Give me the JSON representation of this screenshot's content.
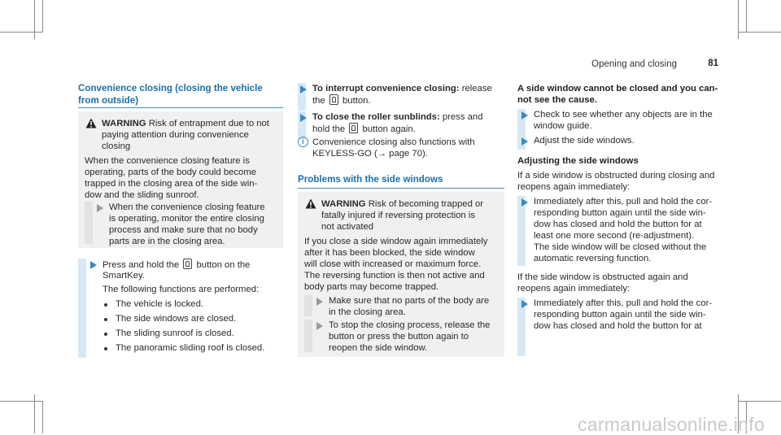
{
  "header": {
    "title": "Opening and closing",
    "page_number": "81"
  },
  "col1": {
    "heading_line1": "Convenience closing (closing the vehicle",
    "heading_line2": "from outside)",
    "warning_label": "WARNING",
    "warning_l1": "Risk of entrapment due to not",
    "warning_l2": "paying attention during convenience",
    "warning_l3": "closing",
    "body_l1": "When the convenience closing feature is",
    "body_l2": "operating, parts of the body could become",
    "body_l3": "trapped in the closing area of the side win-",
    "body_l4": "dow and the sliding sunroof.",
    "step_l1": "When the convenience closing feature",
    "step_l2": "is operating, monitor the entire closing",
    "step_l3": "process and make sure that no body",
    "step_l4": "parts are in the closing area.",
    "action_l1a": "Press and hold the",
    "action_l1b": "button on the",
    "action_l2": "SmartKey.",
    "result_intro": "The following functions are performed:",
    "bullets": [
      "The vehicle is locked.",
      "The side windows are closed.",
      "The sliding sunroof is closed.",
      "The panoramic sliding roof is closed."
    ]
  },
  "col2": {
    "interrupt_label": "To interrupt convenience closing:",
    "interrupt_rest": "release",
    "interrupt_l2a": "the",
    "interrupt_l2b": "button.",
    "blinds_label": "To close the roller sunblinds:",
    "blinds_rest": "press and",
    "blinds_l2a": "hold the",
    "blinds_l2b": "button again.",
    "info_l1": "Convenience closing also functions with",
    "info_l2": "KEYLESS-GO (→ page 70).",
    "heading": "Problems with the side windows",
    "warning_label": "WARNING",
    "warning_l1": "Risk of becoming trapped or",
    "warning_l2": "fatally injured if reversing protection is",
    "warning_l3": "not activated",
    "body_l1": "If you close a side window again immediately",
    "body_l2": "after it has been blocked, the side window",
    "body_l3": "will close with increased or maximum force.",
    "body_l4": "The reversing function is then not active and",
    "body_l5": "body parts may become trapped.",
    "step1_l1": "Make sure that no parts of the body are",
    "step1_l2": "in the closing area.",
    "step2_l1": "To stop the closing process, release the",
    "step2_l2": "button or press the button again to",
    "step2_l3": "reopen the side window."
  },
  "col3": {
    "heading_l1": "A side window cannot be closed and you can-",
    "heading_l2": "not see the cause.",
    "step1_l1": "Check to see whether any objects are in the",
    "step1_l2": "window guide.",
    "step2_l1": "Adjust the side windows.",
    "subheading": "Adjusting the side windows",
    "intro_l1": "If a side window is obstructed during closing and",
    "intro_l2": "reopens again immediately:",
    "step3_l1": "Immediately after this, pull and hold the cor-",
    "step3_l2": "responding button again until the side win-",
    "step3_l3": "dow has closed and hold the button for at",
    "step3_l4": "least one more second (re-adjustment).",
    "step3_l5": "The side window will be closed without the",
    "step3_l6": "automatic reversing function.",
    "intro2_l1": "If the side window is obstructed again and",
    "intro2_l2": "reopens again immediately:",
    "step4_l1": "Immediately after this, pull and hold the cor-",
    "step4_l2": "responding button again until the side win-",
    "step4_l3": "dow has closed and hold the button for at"
  },
  "watermark": "carmanualsonline.info"
}
